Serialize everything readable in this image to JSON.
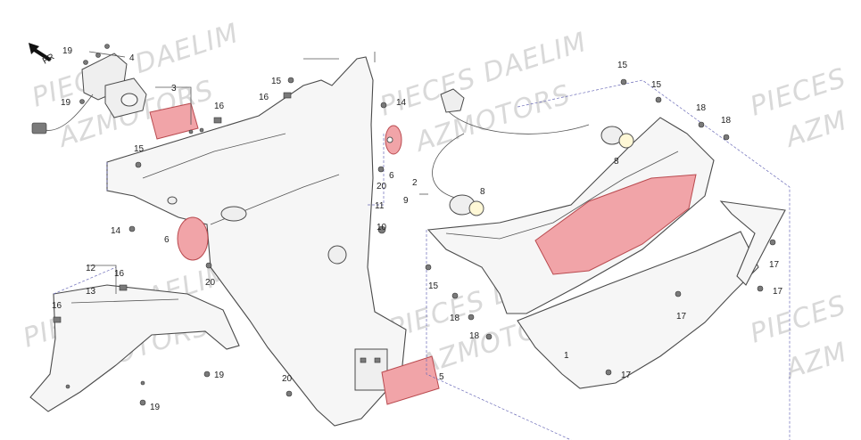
{
  "watermarks": [
    "PIECES DAELIM",
    "AZMOTORS",
    "PIECES DAELIM",
    "AZMOTORS",
    "PIECES",
    "AZM",
    "PIECES DAELIM",
    "AZMOTORS",
    "PIECES DAELIM",
    "AZMOTORS",
    "PIECES",
    "AZM"
  ],
  "direction_label": "FR",
  "callouts": {
    "c1": "1",
    "c2": "2",
    "c3": "3",
    "c4": "4",
    "c5": "5",
    "c6a": "6",
    "c6b": "6",
    "c8a": "8",
    "c8b": "8",
    "c9": "9",
    "c10": "10",
    "c11": "11",
    "c12": "12",
    "c13": "13",
    "c14a": "14",
    "c14b": "14",
    "c15a": "15",
    "c15b": "15",
    "c15c": "15",
    "c15d": "15",
    "c15e": "15",
    "c16a": "16",
    "c16b": "16",
    "c16c": "16",
    "c16d": "16",
    "c17a": "17",
    "c17b": "17",
    "c17c": "17",
    "c17d": "17",
    "c18a": "18",
    "c18b": "18",
    "c18c": "18",
    "c18d": "18",
    "c19a": "19",
    "c19b": "19",
    "c19c": "19",
    "c19d": "19",
    "c20a": "20",
    "c20b": "20",
    "c20c": "20"
  },
  "colors": {
    "reflector": "#f1a4a8",
    "watermark": "#d9d9d9",
    "leader": "#6b6bb8"
  }
}
